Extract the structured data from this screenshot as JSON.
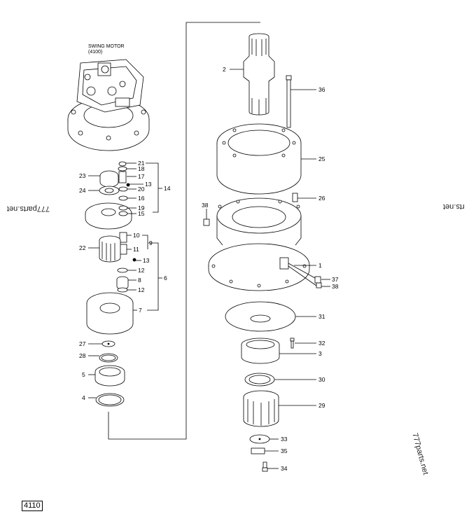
{
  "diagram": {
    "assembly_label": "SWING MOTOR",
    "assembly_code": "(4100)",
    "page_ref": "4110",
    "watermarks": [
      "777parts.net",
      "rts.net",
      "777parts.net"
    ],
    "left_parts": [
      {
        "id": "21"
      },
      {
        "id": "18"
      },
      {
        "id": "17"
      },
      {
        "id": "13a",
        "label": "13"
      },
      {
        "id": "20"
      },
      {
        "id": "14"
      },
      {
        "id": "23"
      },
      {
        "id": "24"
      },
      {
        "id": "16"
      },
      {
        "id": "19"
      },
      {
        "id": "15"
      },
      {
        "id": "10"
      },
      {
        "id": "9"
      },
      {
        "id": "11"
      },
      {
        "id": "22"
      },
      {
        "id": "13b",
        "label": "13"
      },
      {
        "id": "12a",
        "label": "12"
      },
      {
        "id": "8"
      },
      {
        "id": "6"
      },
      {
        "id": "12b",
        "label": "12"
      },
      {
        "id": "7"
      },
      {
        "id": "27"
      },
      {
        "id": "28"
      },
      {
        "id": "5"
      },
      {
        "id": "4"
      }
    ],
    "right_parts": [
      {
        "id": "2"
      },
      {
        "id": "36"
      },
      {
        "id": "25"
      },
      {
        "id": "26"
      },
      {
        "id": "38a",
        "label": "38"
      },
      {
        "id": "1"
      },
      {
        "id": "37"
      },
      {
        "id": "38b",
        "label": "38"
      },
      {
        "id": "31"
      },
      {
        "id": "32"
      },
      {
        "id": "3"
      },
      {
        "id": "30"
      },
      {
        "id": "29"
      },
      {
        "id": "33"
      },
      {
        "id": "35"
      },
      {
        "id": "34"
      }
    ]
  }
}
